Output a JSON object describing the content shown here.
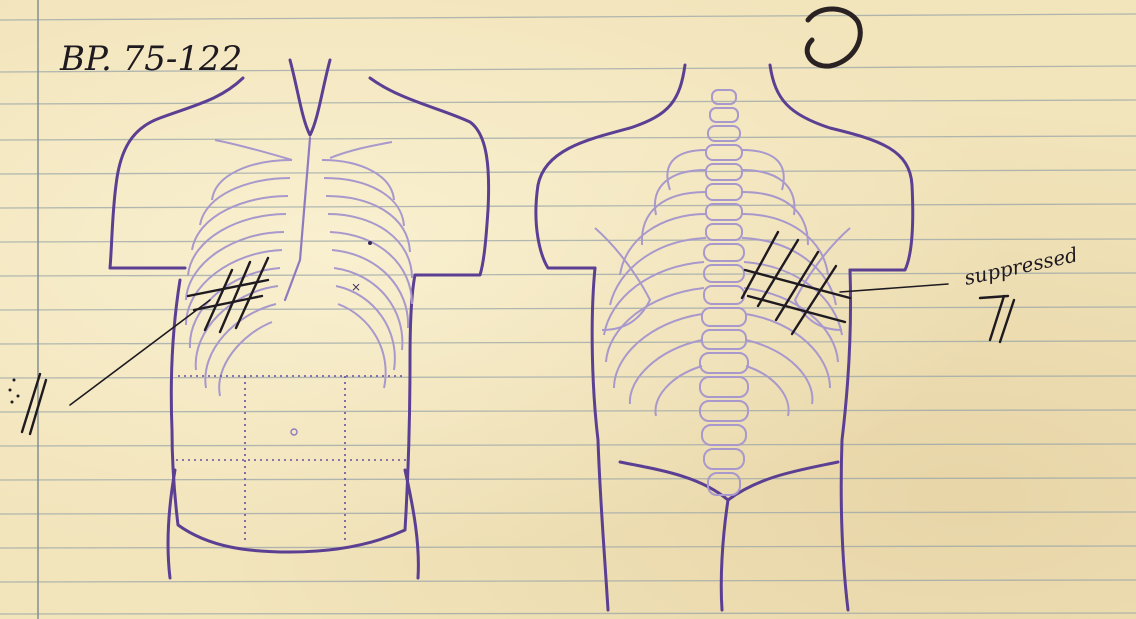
{
  "annotations": {
    "blood_pressure": "BP. 75-122",
    "rear_note": "suppressed",
    "letter_mark": "G"
  },
  "colors": {
    "paper": "#f2e4bb",
    "rule_line": "#9aa6a8",
    "margin_line": "#7c8a8c",
    "diagram_ink": "#5b3f93",
    "pen_ink": "#1e1a20"
  }
}
